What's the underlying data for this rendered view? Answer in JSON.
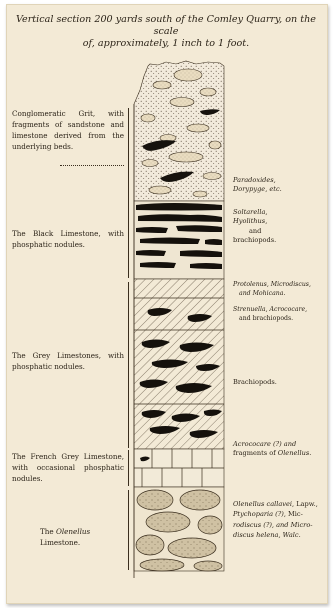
{
  "title_line1": "Vertical section 200 yards south of the Comley Quarry, on the scale",
  "title_line2": "of, approximately, 1 inch to 1 foot.",
  "left_labels": [
    {
      "text": "Conglomeratic Grit, with fragments of sandstone and limestone derived from the underlying beds."
    },
    {
      "text": "The Black Limestone, with phosphatic nodules."
    },
    {
      "text": "The Grey Limestones, with phosphatic nodules."
    },
    {
      "text": "The French Grey Limestone, with occasional phosphatic nodules."
    },
    {
      "text_italic": "Olenellus",
      "text_before": "The ",
      "text_after": " Limestone."
    }
  ],
  "right_labels": {
    "grit_1": "Paradoxides,",
    "grit_2": "Dorypyge, etc.",
    "black_1": "Soltarella,",
    "black_2": "Hyolithus,",
    "black_3": "and",
    "black_4": "brachiopods.",
    "grey_a_1": "Protolenus, Microdiscus,",
    "grey_a_2": "and Mohicana.",
    "grey_b_1": "Strenuella, Acrococare,",
    "grey_b_2": "and brachiopods.",
    "grey_c": "Brachiopods.",
    "french_1": "Acrococare (?) and",
    "french_2_a": "fragments of ",
    "french_2_b": "Olenellus.",
    "olen_1_a": "Olenellus callavei",
    "olen_1_b": ", Lapw.,",
    "olen_2_a": "Ptychoparia (?)",
    "olen_2_b": ", Mic-",
    "olen_3": "rodiscus (?), and Micro-",
    "olen_4": "discus helena, Walc."
  }
}
